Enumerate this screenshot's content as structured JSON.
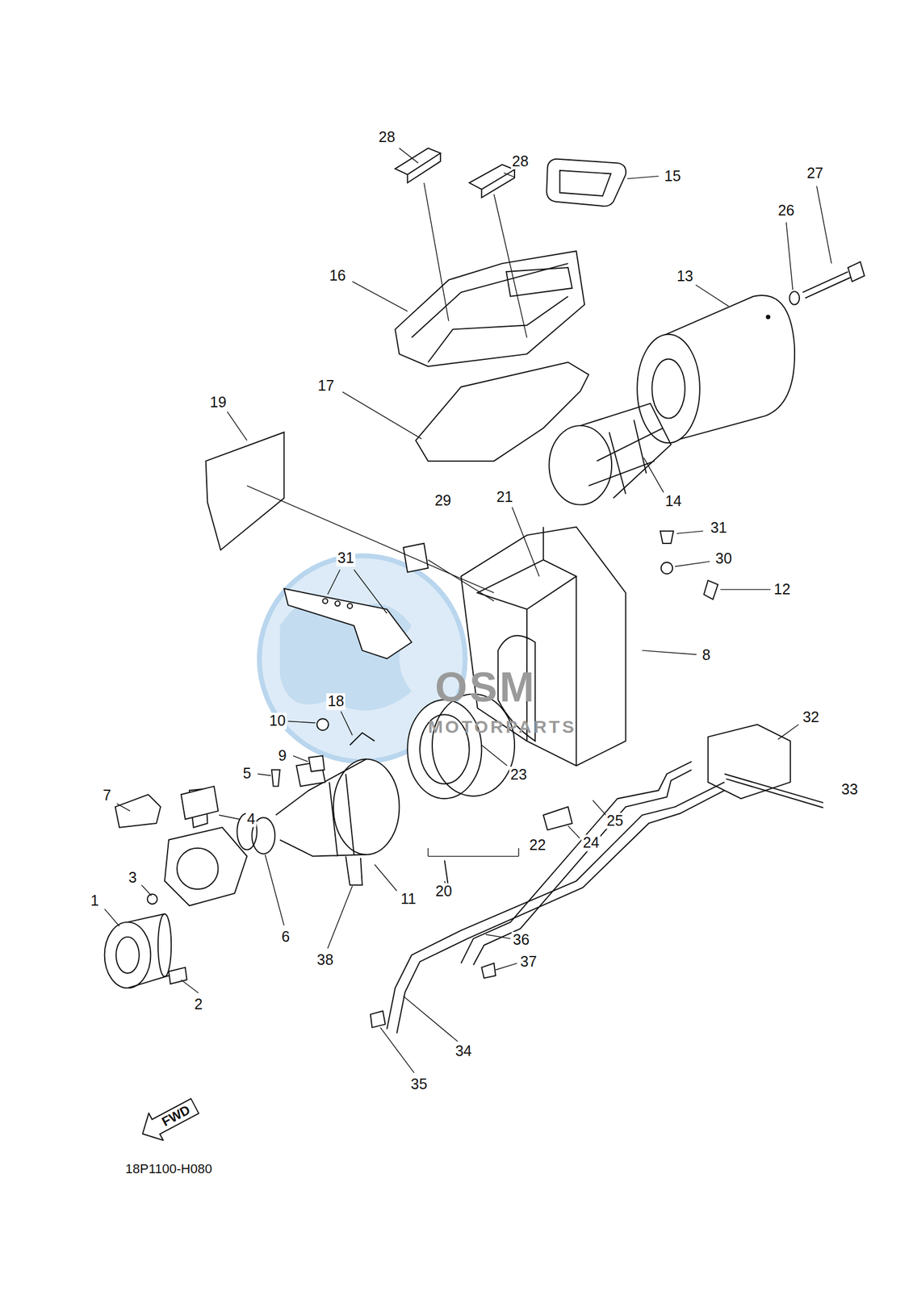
{
  "diagram": {
    "nodes": [
      {
        "text": [
          "FWD"
        ]
      }
    ],
    "labels": [
      "28",
      "28",
      "15",
      "27",
      "26",
      "13",
      "16",
      "17",
      "19",
      "29",
      "21",
      "14",
      "31",
      "31",
      "30",
      "12",
      "8",
      "32",
      "18",
      "10",
      "9",
      "5",
      "23",
      "33",
      "7",
      "4",
      "25",
      "24",
      "22",
      "3",
      "20",
      "11",
      "1",
      "6",
      "36",
      "37",
      "38",
      "2",
      "34",
      "35",
      "18P1100-H080",
      "OSM",
      "MOTORPARTS"
    ]
  }
}
